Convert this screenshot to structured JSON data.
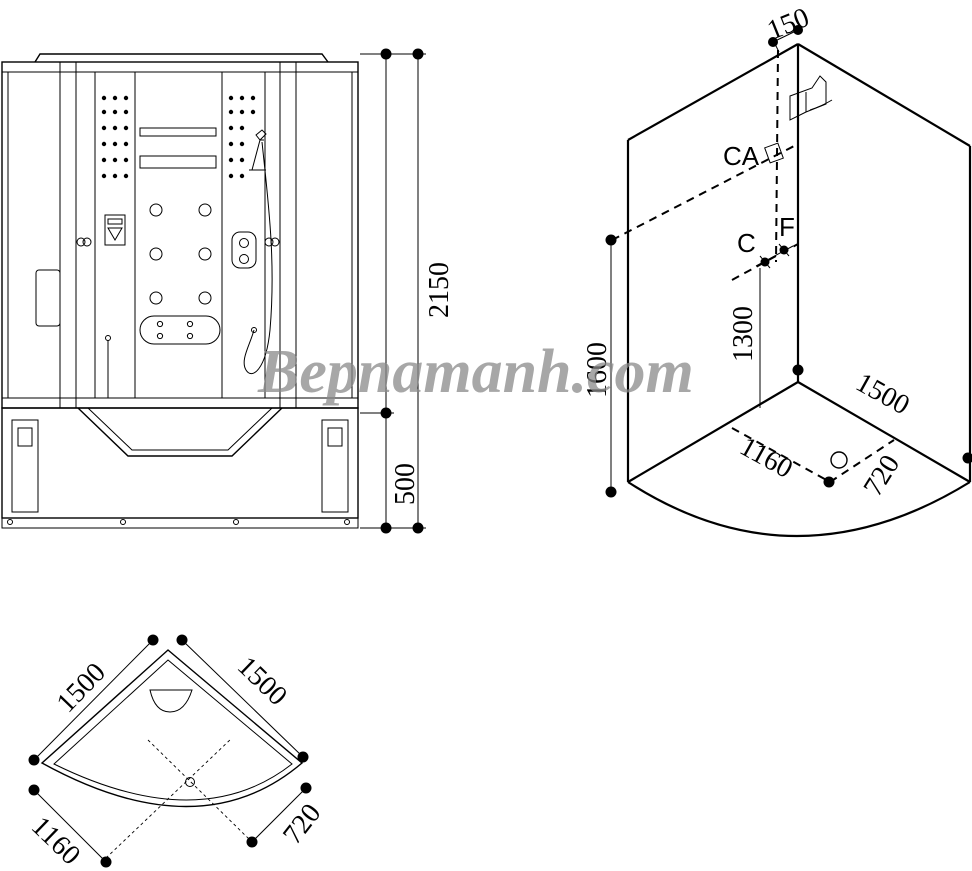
{
  "front_view": {
    "dim_height_total": "2150",
    "dim_base_height": "500"
  },
  "iso_view": {
    "dim_top_offset": "150",
    "dim_height_1600": "1600",
    "dim_height_1300": "1300",
    "dim_width_1500": "1500",
    "dim_1160": "1160",
    "dim_720": "720",
    "label_ca": "CA",
    "label_c": "C",
    "label_f": "F"
  },
  "plan_view": {
    "dim_side_left": "1500",
    "dim_side_right": "1500",
    "dim_diagonal": "1160",
    "dim_front": "720"
  },
  "watermark": "Bepnamanh.com"
}
